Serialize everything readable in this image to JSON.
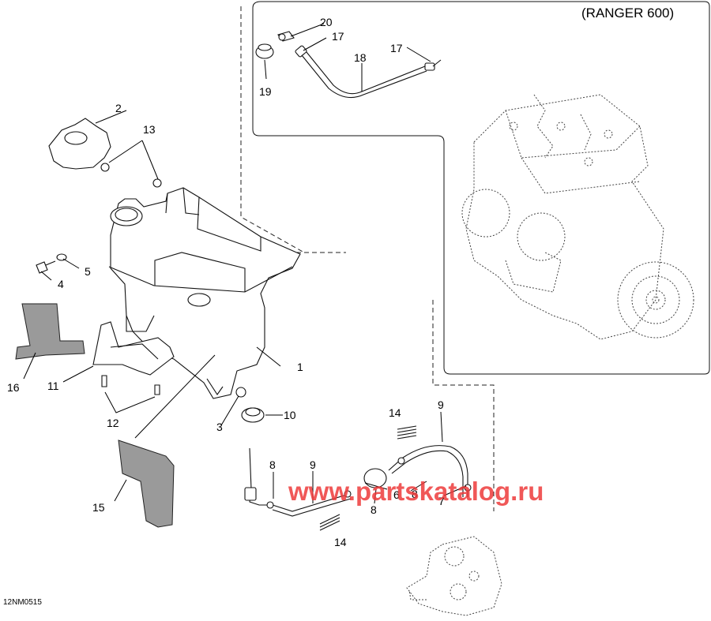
{
  "diagram": {
    "header_label": "(RANGER 600)",
    "reference_code": "12NM0515",
    "watermark": "www.partskatalog.ru",
    "callouts": {
      "c1": "1",
      "c2": "2",
      "c3": "3",
      "c4": "4",
      "c5": "5",
      "c6": "6",
      "c7": "7",
      "c8a": "8",
      "c8b": "8",
      "c8c": "8",
      "c9a": "9",
      "c9b": "9",
      "c10": "10",
      "c11": "11",
      "c12": "12",
      "c13": "13",
      "c14a": "14",
      "c14b": "14",
      "c15": "15",
      "c16": "16",
      "c17a": "17",
      "c17b": "17",
      "c18": "18",
      "c19": "19",
      "c20": "20"
    }
  }
}
